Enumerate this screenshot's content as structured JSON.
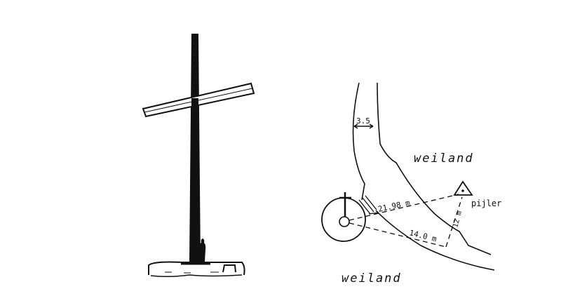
{
  "map": {
    "width_label": "3.5",
    "land_label_top": "weiland",
    "land_label_bottom": "weiland",
    "pillar_label": "pijler",
    "dist_cross_pillar": "21.98 m",
    "dist_along": "14.0 m",
    "dist_pillar_offset": "12 m"
  },
  "colors": {
    "ink": "#111111",
    "paper": "#ffffff"
  }
}
